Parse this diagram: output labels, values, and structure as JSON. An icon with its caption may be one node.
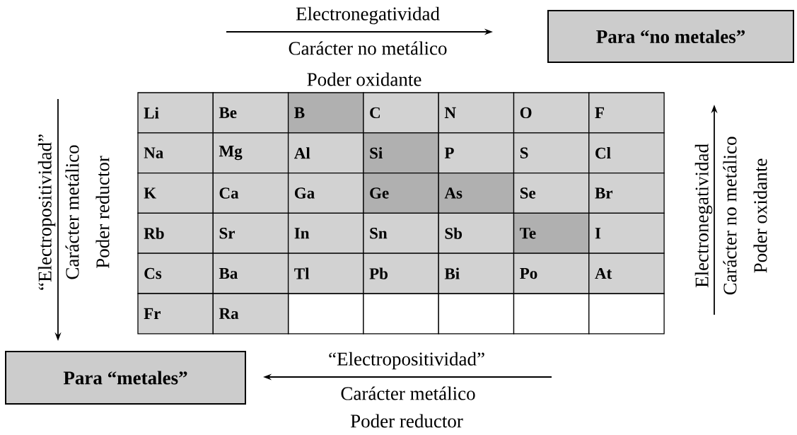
{
  "diagram": {
    "nodes": [
      {
        "text": [
          "Para “no metales”"
        ]
      },
      {
        "text": [
          "Para “metales”"
        ]
      }
    ],
    "edges": [],
    "labels": [
      "Electronegatividad",
      "Carácter no metálico",
      "Poder oxidante",
      "“Electropositividad”",
      "Carácter metálico",
      "Poder reductor",
      "Electronegatividad",
      "Carácter no metálico",
      "Poder oxidante",
      "Li",
      "Be",
      "B",
      "C",
      "N",
      "O",
      "F",
      "Na",
      "Mg",
      "Al",
      "Si",
      "P",
      "S",
      "Cl",
      "K",
      "Ca",
      "Ga",
      "Ge",
      "As",
      "Se",
      "Br",
      "Rb",
      "Sr",
      "In",
      "Sn",
      "Sb",
      "Te",
      "I",
      "Cs",
      "Ba",
      "Tl",
      "Pb",
      "Bi",
      "Po",
      "At",
      "Fr",
      "Ra",
      "“Electropositividad”",
      "Carácter metálico",
      "Poder reductor"
    ]
  }
}
